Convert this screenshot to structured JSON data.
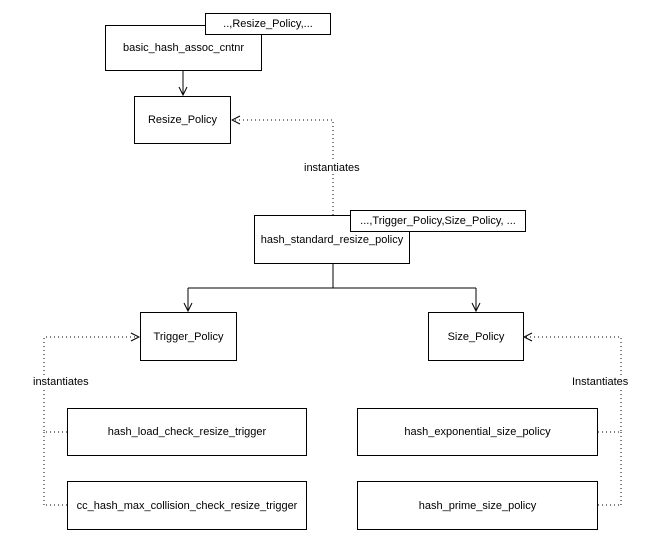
{
  "nodes": {
    "basic_hash_assoc_cntnr": {
      "label": "basic_hash_assoc_cntnr",
      "param": "..,Resize_Policy,..."
    },
    "resize_policy": {
      "label": "Resize_Policy"
    },
    "hash_standard_resize_policy": {
      "label": "hash_standard_resize_policy",
      "param": "...,Trigger_Policy,Size_Policy, ..."
    },
    "trigger_policy": {
      "label": "Trigger_Policy"
    },
    "size_policy": {
      "label": "Size_Policy"
    },
    "hash_load_check_resize_trigger": {
      "label": "hash_load_check_resize_trigger"
    },
    "cc_hash_max_collision_check_resize_trigger": {
      "label": "cc_hash_max_collision_check_resize_trigger"
    },
    "hash_exponential_size_policy": {
      "label": "hash_exponential_size_policy"
    },
    "hash_prime_size_policy": {
      "label": "hash_prime_size_policy"
    }
  },
  "edge_labels": {
    "resize_instantiates": "instantiates",
    "trigger_instantiates": "instantiates",
    "size_instantiates": "Instantiates"
  },
  "colors": {
    "line": "#000000",
    "background": "#ffffff"
  }
}
